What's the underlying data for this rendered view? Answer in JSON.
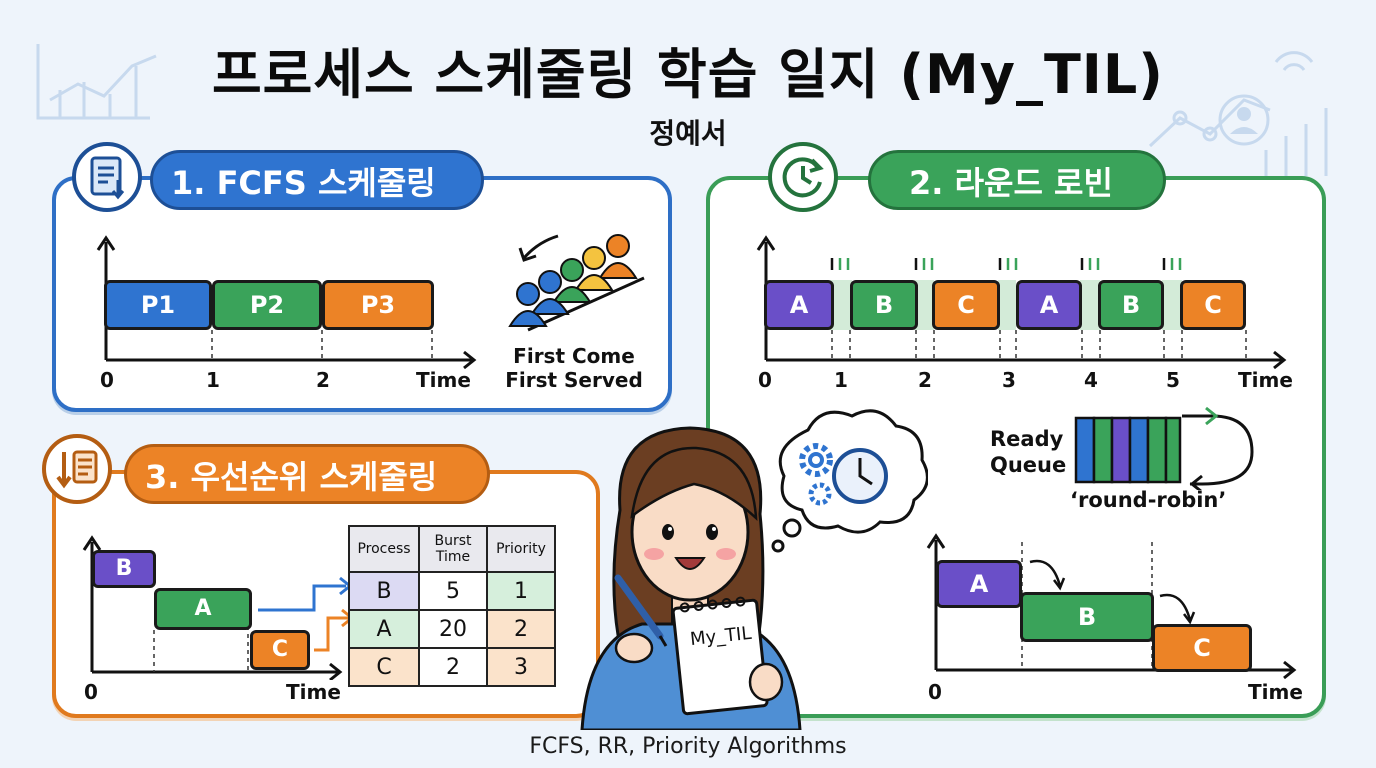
{
  "header": {
    "title": "프로세스 스케줄링 학습 일지 (My_TIL)",
    "author": "정예서"
  },
  "footer": {
    "caption": "FCFS, RR, Priority Algorithms"
  },
  "colors": {
    "blue": "#2f74d0",
    "green": "#3aa35a",
    "orange": "#ec8326",
    "purple": "#6a4fc8"
  },
  "fcfs": {
    "heading": "1. FCFS 스케줄링",
    "icon": "document-list-icon",
    "bars": [
      "P1",
      "P2",
      "P3"
    ],
    "ticks": [
      "0",
      "1",
      "2"
    ],
    "time_label": "Time",
    "caption_line1": "First Come",
    "caption_line2": "First Served"
  },
  "rr": {
    "heading": "2. 라운드 로빈",
    "icon": "clock-cycle-icon",
    "bars": [
      "A",
      "B",
      "C",
      "A",
      "B",
      "C"
    ],
    "ticks": [
      "0",
      "1",
      "2",
      "3",
      "4",
      "5"
    ],
    "time_label": "Time",
    "queue_label_line1": "Ready",
    "queue_label_line2": "Queue",
    "queue_caption": "‘round-robin’",
    "gantt2": {
      "bars": [
        "A",
        "B",
        "C"
      ],
      "tick0": "0",
      "time_label": "Time"
    }
  },
  "priority": {
    "heading": "3. 우선순위 스케줄링",
    "icon": "sort-document-icon",
    "bars": [
      "B",
      "A",
      "C"
    ],
    "tick0": "0",
    "time_label": "Time",
    "table": {
      "headers": [
        "Process",
        "Burst Time",
        "Priority"
      ],
      "rows": [
        [
          "B",
          "5",
          "1"
        ],
        [
          "A",
          "20",
          "2"
        ],
        [
          "C",
          "2",
          "3"
        ]
      ]
    }
  },
  "character": {
    "notebook_label": "My_TIL"
  }
}
